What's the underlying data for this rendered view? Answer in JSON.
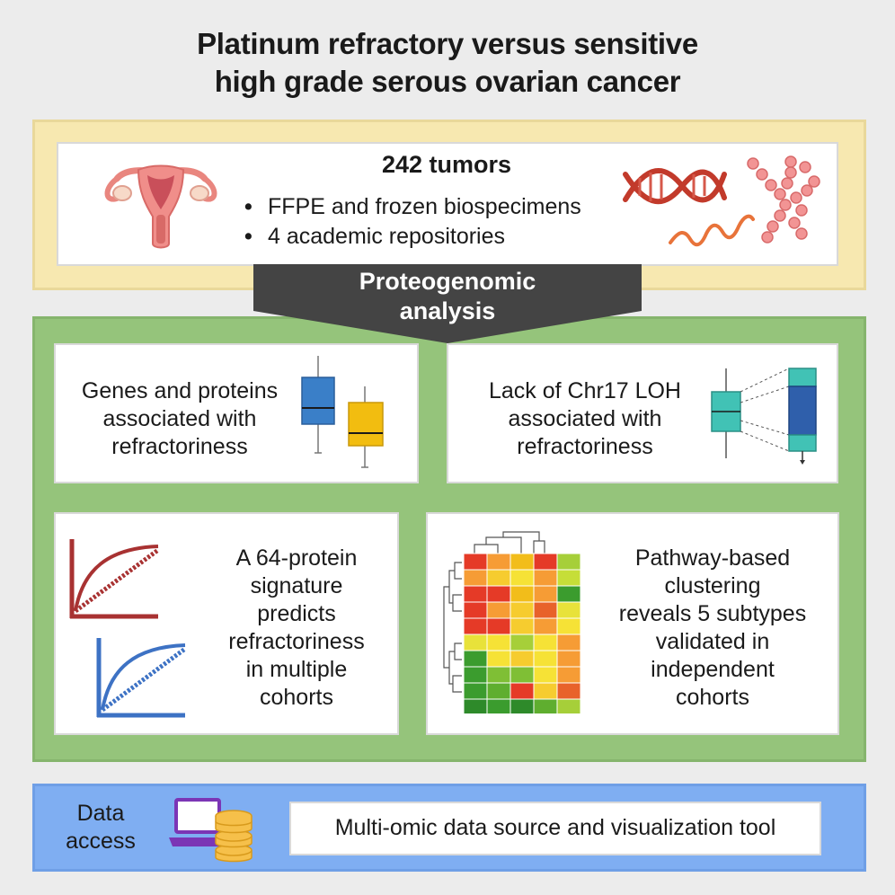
{
  "title": {
    "line1": "Platinum refractory versus sensitive",
    "line2": "high grade serous ovarian cancer"
  },
  "tumors": {
    "heading": "242 tumors",
    "bullets": [
      "FFPE and frozen biospecimens",
      "4 academic repositories"
    ]
  },
  "analysis": {
    "line1": "Proteogenomic",
    "line2": "analysis"
  },
  "findings": {
    "genes": {
      "lines": [
        "Genes and proteins",
        "associated with",
        "refractoriness"
      ]
    },
    "chr17": {
      "lines": [
        "Lack of Chr17 LOH",
        "associated with",
        "refractoriness"
      ]
    },
    "signature": {
      "lines": [
        "A 64-protein",
        "signature",
        "predicts",
        "refractoriness",
        "in multiple",
        "cohorts"
      ]
    },
    "clustering": {
      "lines": [
        "Pathway-based",
        "clustering",
        "reveals 5 subtypes",
        "validated in",
        "independent",
        "cohorts"
      ]
    }
  },
  "data_access": {
    "label_line1": "Data",
    "label_line2": "access",
    "tool": "Multi-omic data source and visualization tool"
  },
  "colors": {
    "yellow_panel": "#f7e8b0",
    "green_panel": "#95c47b",
    "blue_panel": "#7faef2",
    "banner": "#444444",
    "box_blue": "#3a7fc8",
    "box_yellow": "#f2bd10",
    "box_teal": "#41c2b5",
    "box_navy": "#2f5fab"
  },
  "heatmap": [
    [
      "#e53a27",
      "#f69c35",
      "#f2bd1a",
      "#e53a27",
      "#a6cf39"
    ],
    [
      "#f69c35",
      "#f6cc2f",
      "#f6e236",
      "#f69c35",
      "#c6de38"
    ],
    [
      "#e53a27",
      "#e53a27",
      "#f2bd1a",
      "#f69c35",
      "#3b9c2e"
    ],
    [
      "#e53a27",
      "#f69c35",
      "#f6cc2f",
      "#e8622a",
      "#e8e23a"
    ],
    [
      "#e53a27",
      "#e53a27",
      "#f6cc2f",
      "#f69c35",
      "#f6e236"
    ],
    [
      "#e8e23a",
      "#f6e236",
      "#a6cf39",
      "#f6e236",
      "#f69c35"
    ],
    [
      "#3b9c2e",
      "#f6e236",
      "#f6cc2f",
      "#f6e236",
      "#f69c35"
    ],
    [
      "#3b9c2e",
      "#7fbf35",
      "#7fbf35",
      "#f6e236",
      "#f69c35"
    ],
    [
      "#3b9c2e",
      "#5fae2f",
      "#e53a27",
      "#f6cc2f",
      "#e8622a"
    ],
    [
      "#2e8a2a",
      "#3b9c2e",
      "#2e8a2a",
      "#5fae2f",
      "#a6cf39"
    ]
  ]
}
